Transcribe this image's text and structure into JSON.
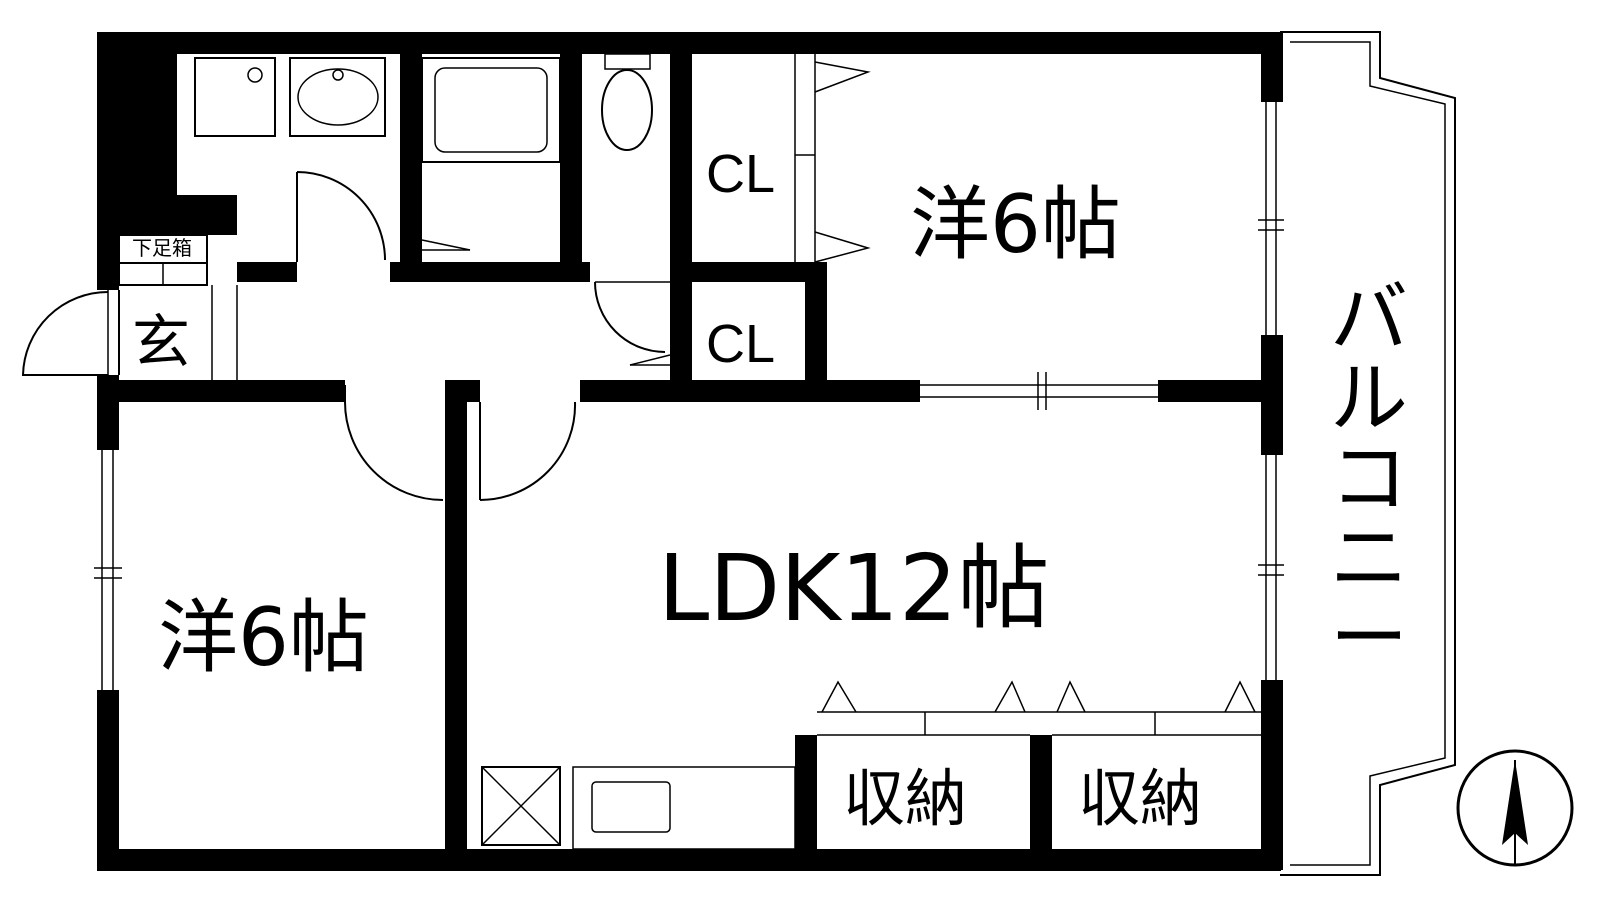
{
  "labels": {
    "bedroom_north": "洋6帖",
    "bedroom_west": "洋6帖",
    "ldk": "LDK12帖",
    "closet_1": "CL",
    "closet_2": "CL",
    "storage_1": "収納",
    "storage_2": "収納",
    "entrance": "玄",
    "shoe_box": "下足箱",
    "balcony": [
      "バ",
      "ル",
      "コ",
      "ニ",
      "ー"
    ]
  },
  "icons": {
    "compass": "north-arrow-icon"
  },
  "colors": {
    "wall": "#000000",
    "background": "#ffffff"
  }
}
